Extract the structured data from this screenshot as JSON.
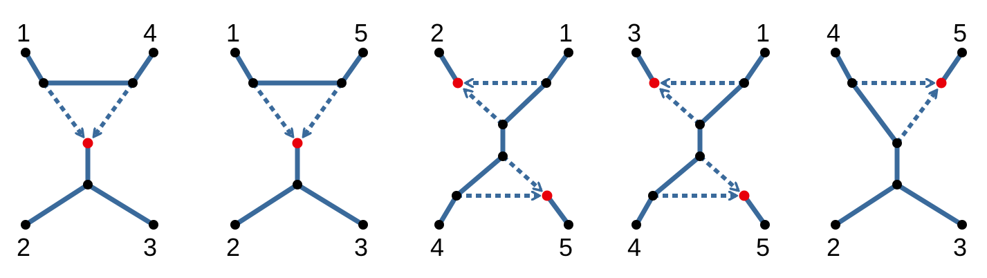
{
  "colors": {
    "edge": "#3a6a9b",
    "node": "#000000",
    "highlight": "#e8000b",
    "label": "#000000"
  },
  "panels": [
    {
      "labels": [
        "1",
        "4",
        "2",
        "3"
      ],
      "highlighted_nodes": 1,
      "dashed_arrows": 2
    },
    {
      "labels": [
        "1",
        "5",
        "2",
        "3"
      ],
      "highlighted_nodes": 1,
      "dashed_arrows": 2
    },
    {
      "labels": [
        "2",
        "1",
        "4",
        "5"
      ],
      "highlighted_nodes": 2,
      "dashed_arrows": 4
    },
    {
      "labels": [
        "3",
        "1",
        "4",
        "5"
      ],
      "highlighted_nodes": 2,
      "dashed_arrows": 4
    },
    {
      "labels": [
        "4",
        "5",
        "2",
        "3"
      ],
      "highlighted_nodes": 1,
      "dashed_arrows": 2
    }
  ]
}
